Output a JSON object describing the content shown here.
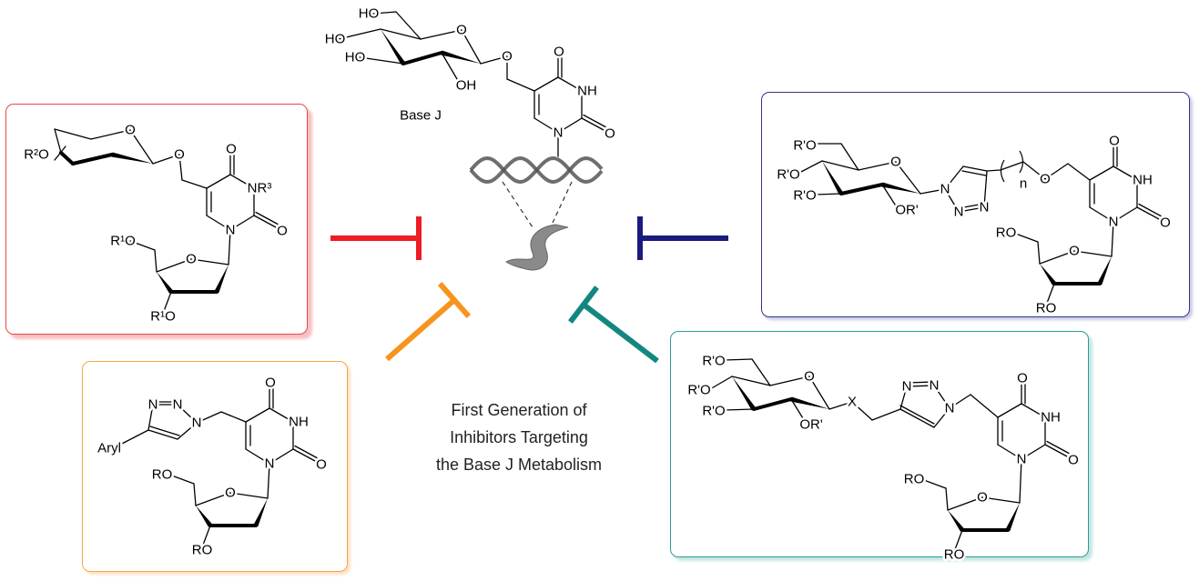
{
  "caption": [
    "First Generation of",
    "Inhibitors Targeting",
    "the Base J Metabolism"
  ],
  "colors": {
    "red": "#ee1c24",
    "orange": "#f7941d",
    "navy": "#1b1b7e",
    "teal": "#13877f",
    "dna": "#555555"
  },
  "molecules": {
    "base_j": {
      "title": "Base J",
      "sugar": [
        "HO",
        "HO",
        "HO",
        "OH",
        "O",
        "O"
      ],
      "uracil": [
        "O",
        "NH",
        "O",
        "N"
      ]
    },
    "red": {
      "sugar": [
        "R²O",
        "O",
        "O"
      ],
      "uracil": [
        "O",
        "NR³",
        "O",
        "N",
        "O",
        "R¹O",
        "R¹O"
      ]
    },
    "orange": {
      "triazole": [
        "N",
        "N",
        "N",
        "Aryl"
      ],
      "uracil": [
        "O",
        "NH",
        "O",
        "N",
        "O",
        "RO",
        "RO"
      ]
    },
    "navy": {
      "sugar": [
        "R'O",
        "R'O",
        "R'O",
        "OR'",
        "O"
      ],
      "triazole": [
        "N",
        "N",
        "N"
      ],
      "linker": [
        "n",
        "O"
      ],
      "uracil": [
        "O",
        "NH",
        "O",
        "N",
        "O",
        "RO",
        "RO"
      ]
    },
    "teal": {
      "sugar": [
        "R'O",
        "R'O",
        "R'O",
        "OR'",
        "O"
      ],
      "linker": [
        "X"
      ],
      "triazole": [
        "N",
        "N",
        "N"
      ],
      "uracil": [
        "O",
        "NH",
        "O",
        "N",
        "O",
        "RO",
        "RO"
      ]
    }
  }
}
